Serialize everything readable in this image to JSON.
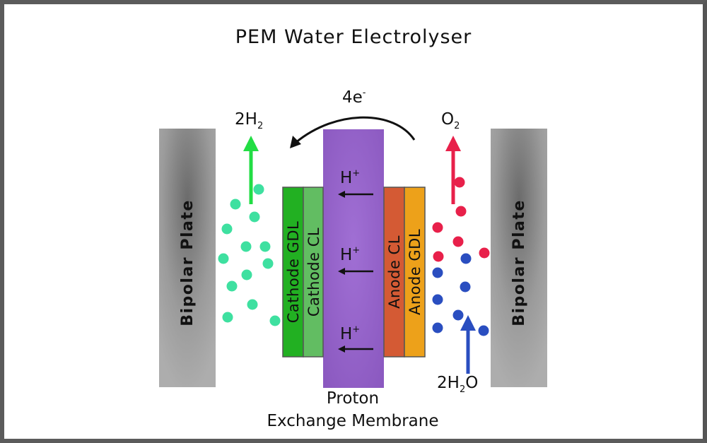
{
  "title": "PEM Water Electrolyser",
  "membrane": {
    "line1": "Proton",
    "line2": "Exchange Membrane"
  },
  "bipolar_left": "Bipolar Plate",
  "bipolar_right": "Bipolar Plate",
  "layers": {
    "cathode_gdl": "Cathode GDL",
    "cathode_cl": "Cathode CL",
    "anode_cl": "Anode CL",
    "anode_gdl": "Anode GDL"
  },
  "electrons": {
    "base": "4e",
    "sup": "-"
  },
  "hydrogen": {
    "coef": "2H",
    "sub": "2"
  },
  "oxygen": {
    "base": "O",
    "sub": "2"
  },
  "water": {
    "coef": "2H",
    "sub": "2",
    "tail": "O"
  },
  "proton": {
    "base": "H",
    "sup": "+"
  },
  "colors": {
    "plate_dark": "#6b6b6b",
    "plate_light": "#a9a9a9",
    "membrane": "#9966cc",
    "cathode_gdl": "#22b022",
    "cathode_cl": "#62bd62",
    "anode_cl": "#d45a34",
    "anode_gdl": "#eda11a",
    "h2": "#22dd44",
    "h2_bubble": "#3ee0a0",
    "o2": "#e8204a",
    "water": "#2a4ec0"
  }
}
